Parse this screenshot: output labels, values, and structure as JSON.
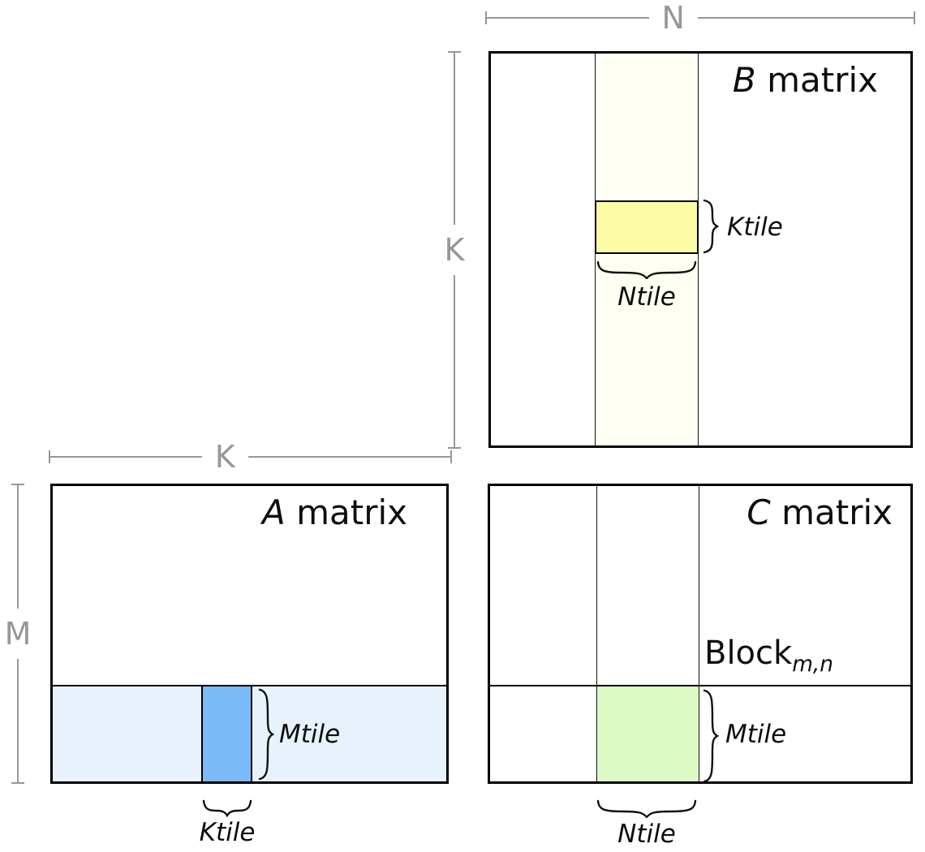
{
  "matrices": {
    "b": {
      "name": "B",
      "word": " matrix"
    },
    "a": {
      "name": "A",
      "word": " matrix"
    },
    "c": {
      "name": "C",
      "word": " matrix"
    }
  },
  "dimensions": {
    "n": "N",
    "k_b": "K",
    "k_a": "K",
    "m": "M"
  },
  "tile_labels": {
    "b_ktile": "Ktile",
    "b_ntile": "Ntile",
    "a_mtile": "Mtile",
    "a_ktile": "Ktile",
    "c_mtile": "Mtile",
    "c_ntile": "Ntile"
  },
  "block_label": {
    "base": "Block",
    "subscript": "m,n"
  },
  "colors": {
    "b_strip": "#FFFEF2",
    "b_tile": "#FBFAA5",
    "a_strip": "#E7F2FC",
    "a_tile": "#7BBAF9",
    "c_tile": "#DCFAC3",
    "dim_gray": "#979797",
    "line_black": "#111111"
  }
}
